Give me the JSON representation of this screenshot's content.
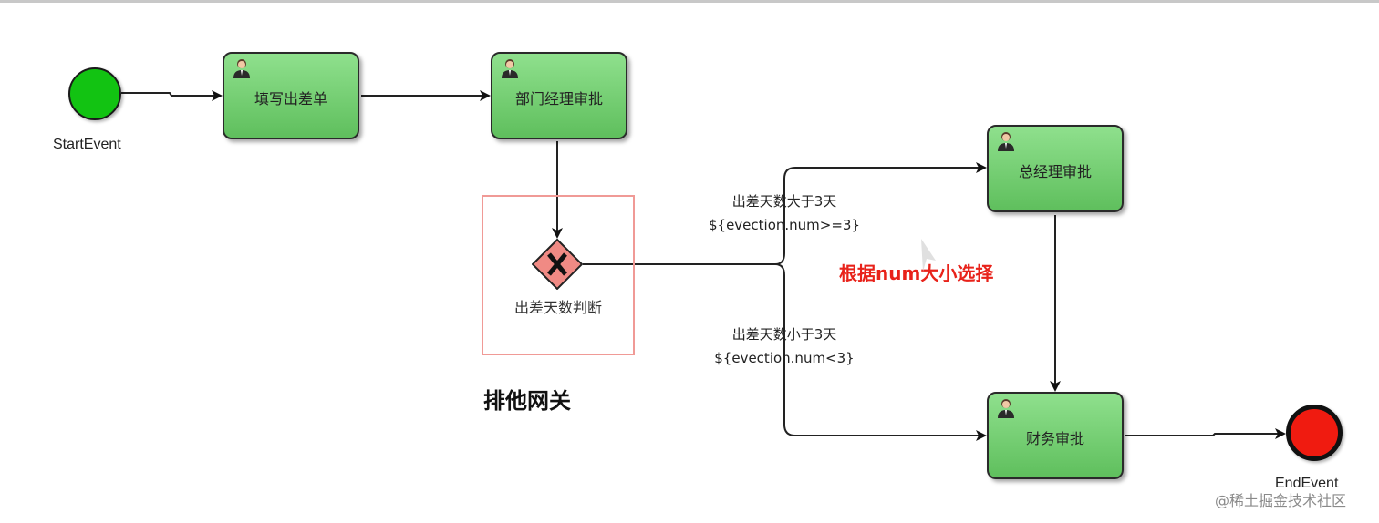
{
  "diagram": {
    "start_event": {
      "label": "StartEvent"
    },
    "end_event": {
      "label": "EndEvent"
    },
    "tasks": {
      "fill_form": "填写出差单",
      "dept_manager": "部门经理审批",
      "general_manager": "总经理审批",
      "finance": "财务审批"
    },
    "gateway": {
      "label": "出差天数判断",
      "caption": "排他网关"
    },
    "conditions": {
      "upper": {
        "text": "出差天数大于3天",
        "expr": "${evection.num>=3}"
      },
      "lower": {
        "text": "出差天数小于3天",
        "expr": "${evection.num<3}"
      }
    },
    "note": "根据num大小选择",
    "icons": [
      "user-icon",
      "exclusive-gateway-icon",
      "cursor-icon"
    ],
    "colors": {
      "task_fill": "#6fcf6c",
      "start_fill": "#12c312",
      "end_fill": "#f01b10",
      "gateway_fill": "#f08a84",
      "highlight_frame": "#f09a96",
      "note_red": "#e8221a"
    }
  },
  "watermark": "@稀土掘金技术社区"
}
